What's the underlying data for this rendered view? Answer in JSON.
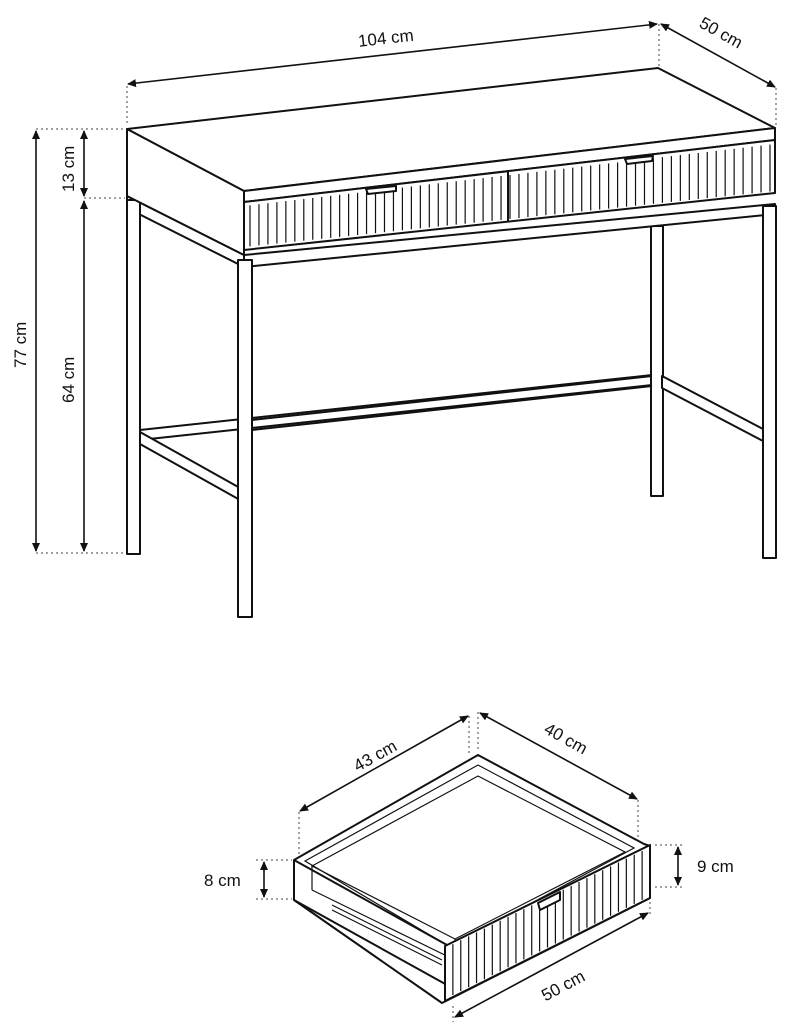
{
  "desk": {
    "width_label": "104 cm",
    "depth_label": "50 cm",
    "total_height_label": "77 cm",
    "top_height_label": "13 cm",
    "leg_height_label": "64 cm"
  },
  "drawer": {
    "width_label": "43 cm",
    "inner_depth_label": "40 cm",
    "outer_depth_label": "50 cm",
    "front_height_label": "9 cm",
    "side_height_label": "8 cm"
  }
}
